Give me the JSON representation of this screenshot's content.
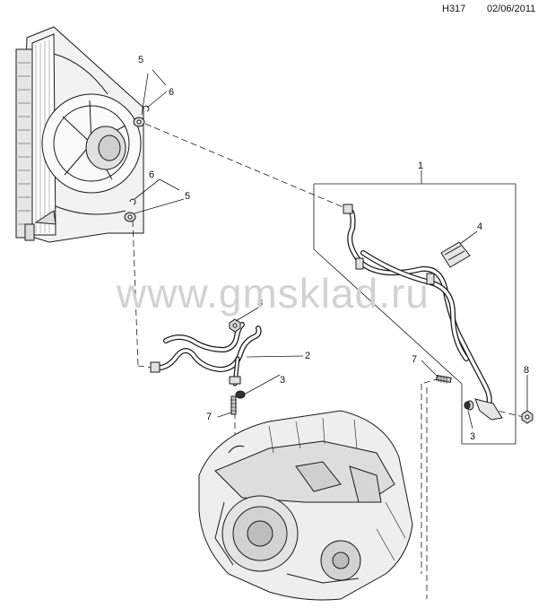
{
  "header": {
    "code": "H317",
    "date": "02/06/2011"
  },
  "watermark": "www.gmsklad.ru",
  "callouts": [
    {
      "id": "c1",
      "label": "1"
    },
    {
      "id": "c2",
      "label": "2"
    },
    {
      "id": "c3a",
      "label": "3"
    },
    {
      "id": "c3b",
      "label": "3"
    },
    {
      "id": "c4",
      "label": "4"
    },
    {
      "id": "c5a",
      "label": "5"
    },
    {
      "id": "c5b",
      "label": "5"
    },
    {
      "id": "c6a",
      "label": "6"
    },
    {
      "id": "c6b",
      "label": "6"
    },
    {
      "id": "c7a",
      "label": "7"
    },
    {
      "id": "c7b",
      "label": "7"
    },
    {
      "id": "c8a",
      "label": "8"
    },
    {
      "id": "c8b",
      "label": "8"
    }
  ],
  "colors": {
    "line": "#1a1a1a",
    "fill": "#f2f2f2",
    "shade": "#bdbdbd",
    "watermark": "#d2d2d2"
  }
}
